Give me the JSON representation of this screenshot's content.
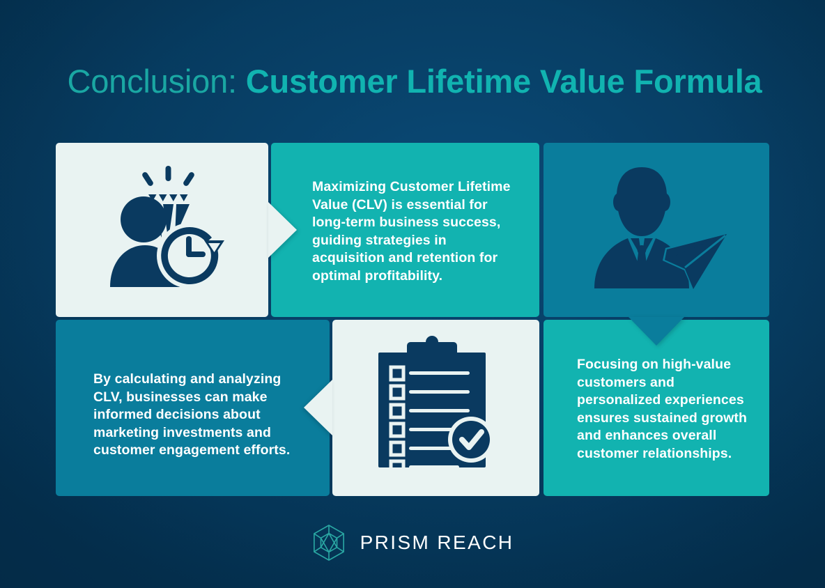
{
  "theme": {
    "background_navy": "#063860",
    "panel_light": "#e9f3f2",
    "panel_teal": "#12b3b0",
    "panel_blue": "#0a7d9c",
    "icon_navy": "#0a3a60",
    "title_accent": "#11b3b0",
    "text_white": "#ffffff"
  },
  "title": {
    "prefix": "Conclusion: ",
    "emphasis": "Customer Lifetime Value Formula"
  },
  "panels": [
    {
      "id": "panel-1",
      "kind": "icon",
      "fill": "panel_light",
      "icon": "customer-value-clock-icon"
    },
    {
      "id": "panel-2",
      "kind": "text",
      "fill": "panel_teal",
      "text": "Maximizing Customer Lifetime Value (CLV) is essential for long-term business success, guiding strategies in acquisition and retention for optimal profitability."
    },
    {
      "id": "panel-3",
      "kind": "icon",
      "fill": "panel_blue",
      "icon": "businessman-paper-plane-icon"
    },
    {
      "id": "panel-4",
      "kind": "text",
      "fill": "panel_blue",
      "text": "By calculating and analyzing CLV, businesses can make informed decisions about marketing investments and customer engagement efforts."
    },
    {
      "id": "panel-5",
      "kind": "icon",
      "fill": "panel_light",
      "icon": "clipboard-checklist-icon"
    },
    {
      "id": "panel-6",
      "kind": "text",
      "fill": "panel_teal",
      "text": "Focusing on high-value customers and personalized experiences ensures sustained growth and enhances overall customer relationships."
    }
  ],
  "arrows": [
    {
      "name": "arrow-right-panel1-to-panel2",
      "direction": "right",
      "color": "#e9f3f2"
    },
    {
      "name": "arrow-down-panel3-to-panel6",
      "direction": "down",
      "color": "#0a7d9c"
    },
    {
      "name": "arrow-left-panel5-to-panel4",
      "direction": "left",
      "color": "#e9f3f2"
    }
  ],
  "footer": {
    "logo_icon": "prism-polyhedron-logo-icon",
    "brand": "PRISM REACH"
  }
}
